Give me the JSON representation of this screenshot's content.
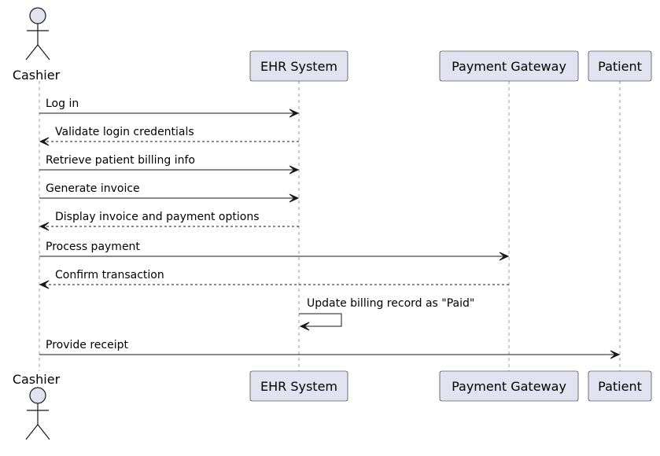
{
  "participants": [
    {
      "id": "cashier",
      "label": "Cashier",
      "kind": "actor"
    },
    {
      "id": "ehr",
      "label": "EHR System",
      "kind": "participant"
    },
    {
      "id": "gateway",
      "label": "Payment Gateway",
      "kind": "participant"
    },
    {
      "id": "patient",
      "label": "Patient",
      "kind": "participant"
    }
  ],
  "messages": [
    {
      "from": "cashier",
      "to": "ehr",
      "label": "Log in",
      "style": "solid"
    },
    {
      "from": "ehr",
      "to": "cashier",
      "label": "Validate login credentials",
      "style": "dashed"
    },
    {
      "from": "cashier",
      "to": "ehr",
      "label": "Retrieve patient billing info",
      "style": "solid"
    },
    {
      "from": "cashier",
      "to": "ehr",
      "label": "Generate invoice",
      "style": "solid"
    },
    {
      "from": "ehr",
      "to": "cashier",
      "label": "Display invoice and payment options",
      "style": "dashed"
    },
    {
      "from": "cashier",
      "to": "gateway",
      "label": "Process payment",
      "style": "solid"
    },
    {
      "from": "gateway",
      "to": "cashier",
      "label": "Confirm transaction",
      "style": "dashed"
    },
    {
      "from": "ehr",
      "to": "ehr",
      "label": "Update billing record as \"Paid\"",
      "style": "solid"
    },
    {
      "from": "cashier",
      "to": "patient",
      "label": "Provide receipt",
      "style": "solid"
    }
  ]
}
